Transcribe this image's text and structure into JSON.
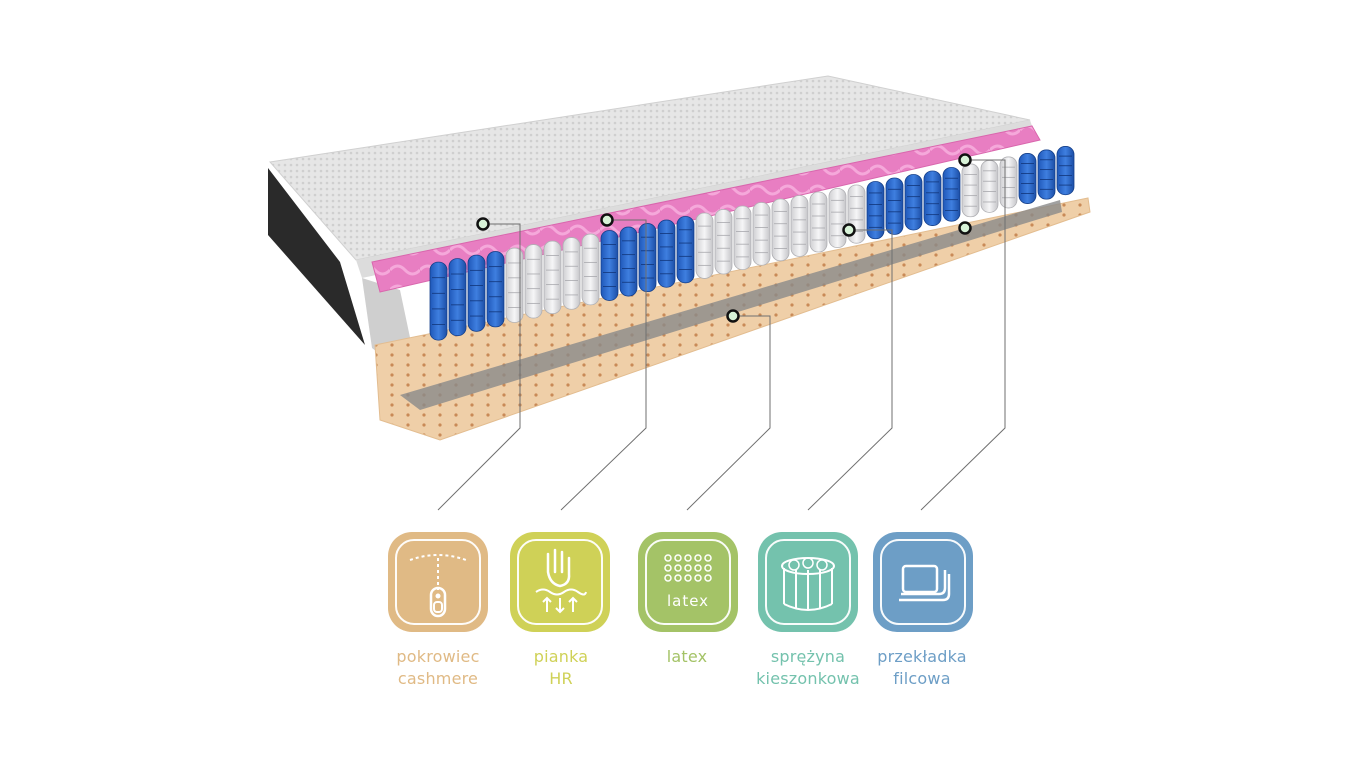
{
  "layers": [
    {
      "id": "cover",
      "line1": "pokrowiec",
      "line2": "cashmere",
      "color": "#e0ba85",
      "icon": "zipper-icon"
    },
    {
      "id": "foam",
      "line1": "pianka",
      "line2": "HR",
      "color": "#cfd157",
      "icon": "hand-press-icon"
    },
    {
      "id": "latex",
      "line1": "latex",
      "line2": "",
      "color": "#a4c367",
      "icon": "latex-icon",
      "icon_text": "latex"
    },
    {
      "id": "spring",
      "line1": "sprężyna",
      "line2": "kieszonkowa",
      "color": "#74c2ad",
      "icon": "pocket-spring-icon"
    },
    {
      "id": "felt",
      "line1": "przekładka",
      "line2": "filcowa",
      "color": "#6d9ec6",
      "icon": "felt-layer-icon"
    }
  ]
}
